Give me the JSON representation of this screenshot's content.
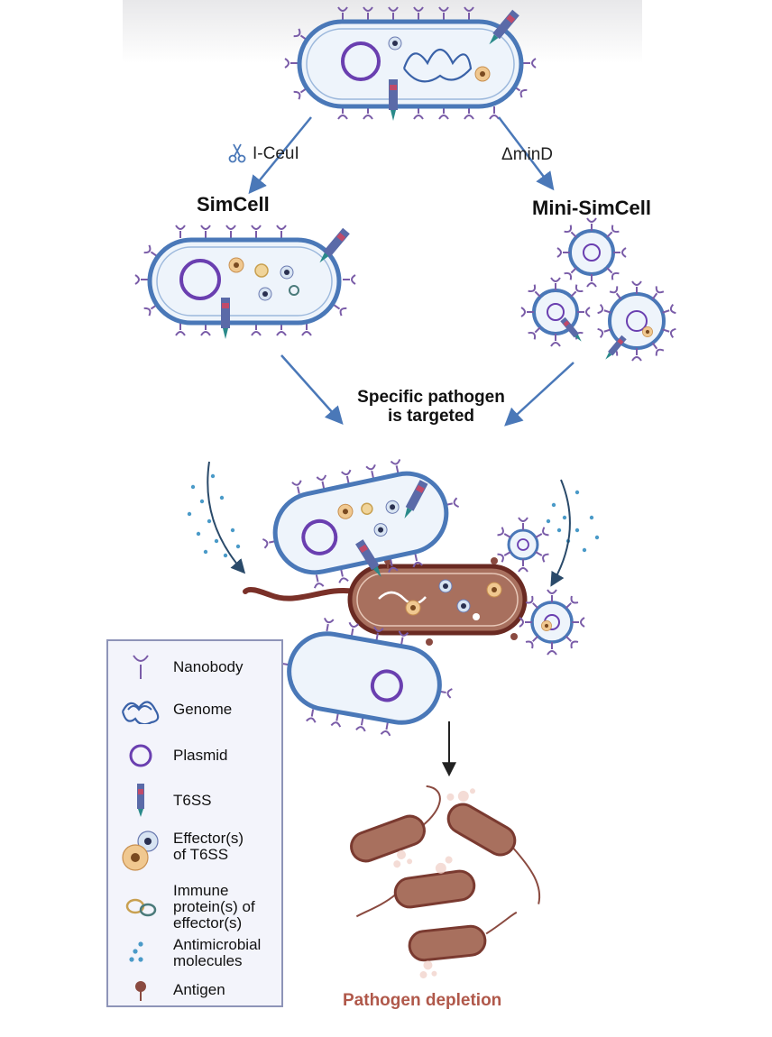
{
  "arrow_labels": {
    "left": "I-CeuI",
    "right": "ΔminD"
  },
  "headings": {
    "simcell": "SimCell",
    "mini_simcell": "Mini-SimCell"
  },
  "target_text": {
    "line1": "Specific pathogen",
    "line2": "is targeted"
  },
  "outcome": "Pathogen depletion",
  "legend": {
    "items": [
      {
        "icon": "nanobody-icon",
        "label": "Nanobody"
      },
      {
        "icon": "genome-icon",
        "label": "Genome"
      },
      {
        "icon": "plasmid-icon",
        "label": "Plasmid"
      },
      {
        "icon": "t6ss-icon",
        "label": "T6SS"
      },
      {
        "icon": "effector-icon",
        "label_lines": [
          "Effector(s)",
          "of T6SS"
        ]
      },
      {
        "icon": "immune-protein-icon",
        "label_lines": [
          "Immune",
          "protein(s) of",
          "effector(s)"
        ]
      },
      {
        "icon": "antimicrobial-molecules-icon",
        "label_lines": [
          "Antimicrobial",
          "molecules"
        ]
      },
      {
        "icon": "antigen-icon",
        "label": "Antigen"
      }
    ]
  },
  "colors": {
    "membrane": "#4a78b8",
    "cell_fill": "#eef4fb",
    "nanobody": "#7a5ca8",
    "plasmid": "#6a3fb0",
    "t6ss": "#5a6aa8",
    "pathogen": "#8a4a40",
    "pathogen_fill": "#a8705e",
    "arrow": "#4a78b8",
    "outcome_text": "#b0584a"
  }
}
